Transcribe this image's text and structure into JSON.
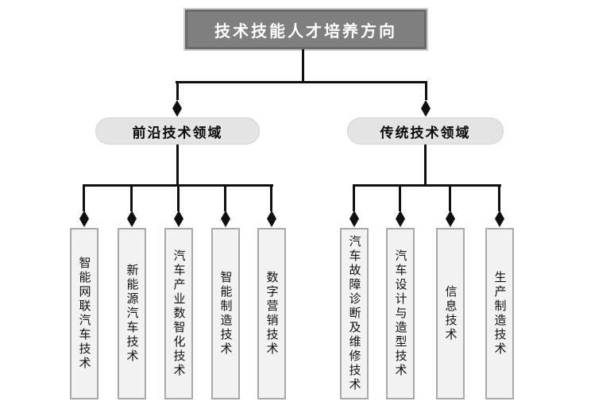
{
  "diagram": {
    "root": {
      "label": "技术技能人才培养方向"
    },
    "branches": [
      {
        "label": "前沿技术领域",
        "children": [
          "智能网联汽车技术",
          "新能源汽车技术",
          "汽车产业数智化技术",
          "智能制造技术",
          "数字营销技术"
        ]
      },
      {
        "label": "传统技术领域",
        "children": [
          "汽车故障诊断及维修技术",
          "汽车设计与造型技术",
          "信息技术",
          "生产制造技术"
        ]
      }
    ],
    "colors": {
      "root_fill": "#7f7f7f",
      "root_border": "#6a6a6a",
      "root_text": "#ffffff",
      "branch_fill": "#e4e4e4",
      "leaf_fill": "#f2f2f2",
      "leaf_border": "#a9a9a9",
      "connector": "#0f0f0f",
      "text": "#111111"
    }
  }
}
